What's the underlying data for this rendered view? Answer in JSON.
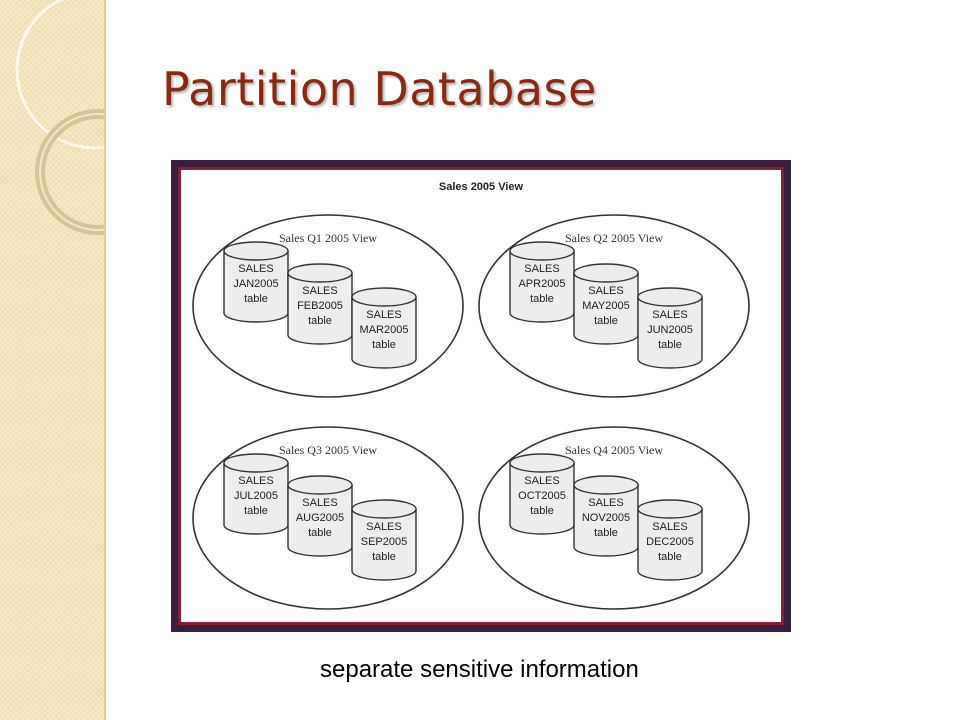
{
  "slide": {
    "title": "Partition Database",
    "caption": "separate sensitive information"
  },
  "diagram": {
    "main_view_label": "Sales 2005 View",
    "quarters": [
      {
        "label": "Sales Q1 2005 View",
        "tables": [
          {
            "line1": "SALES",
            "line2": "JAN2005",
            "line3": "table"
          },
          {
            "line1": "SALES",
            "line2": "FEB2005",
            "line3": "table"
          },
          {
            "line1": "SALES",
            "line2": "MAR2005",
            "line3": "table"
          }
        ]
      },
      {
        "label": "Sales Q2 2005 View",
        "tables": [
          {
            "line1": "SALES",
            "line2": "APR2005",
            "line3": "table"
          },
          {
            "line1": "SALES",
            "line2": "MAY2005",
            "line3": "table"
          },
          {
            "line1": "SALES",
            "line2": "JUN2005",
            "line3": "table"
          }
        ]
      },
      {
        "label": "Sales Q3 2005 View",
        "tables": [
          {
            "line1": "SALES",
            "line2": "JUL2005",
            "line3": "table"
          },
          {
            "line1": "SALES",
            "line2": "AUG2005",
            "line3": "table"
          },
          {
            "line1": "SALES",
            "line2": "SEP2005",
            "line3": "table"
          }
        ]
      },
      {
        "label": "Sales Q4 2005 View",
        "tables": [
          {
            "line1": "SALES",
            "line2": "OCT2005",
            "line3": "table"
          },
          {
            "line1": "SALES",
            "line2": "NOV2005",
            "line3": "table"
          },
          {
            "line1": "SALES",
            "line2": "DEC2005",
            "line3": "table"
          }
        ]
      }
    ]
  },
  "colors": {
    "title": "#8a2a12",
    "frame_outer": "#3a1f3c",
    "frame_inner": "#8b1d2c",
    "cylinder_fill": "#ededed",
    "band": "#f4e4bc"
  },
  "icons": {
    "decoration": "circle-arcs"
  }
}
